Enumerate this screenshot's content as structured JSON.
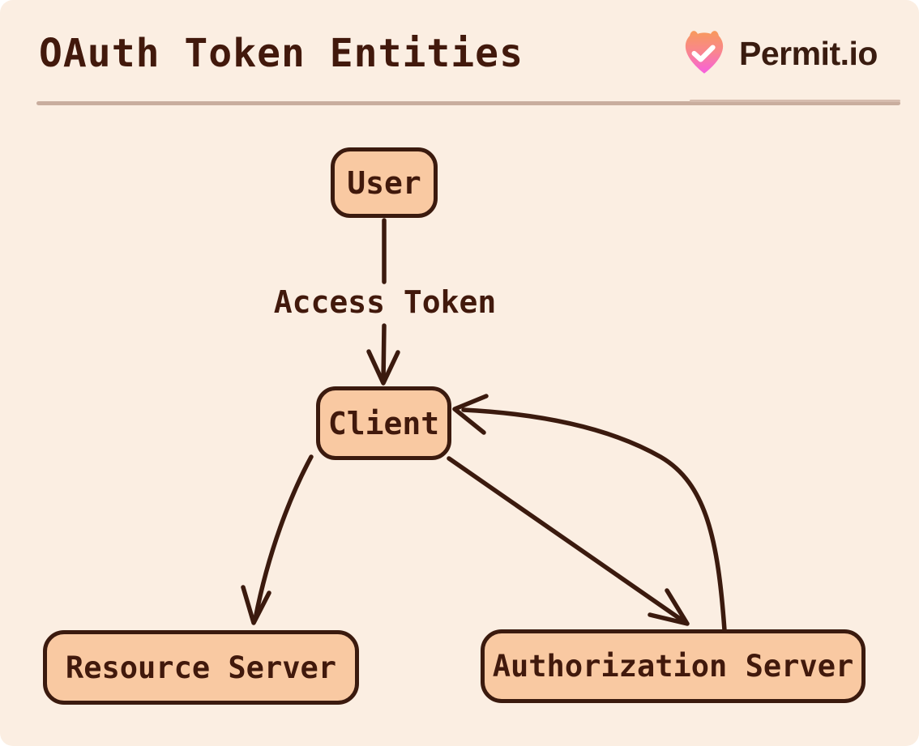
{
  "header": {
    "title": "OAuth Token Entities",
    "brand": "Permit.io",
    "logo_icon": "permit-fox-badge-checkmark"
  },
  "diagram": {
    "nodes": [
      {
        "id": "user",
        "label": "User"
      },
      {
        "id": "client",
        "label": "Client"
      },
      {
        "id": "resource_server",
        "label": "Resource Server"
      },
      {
        "id": "authorization_server",
        "label": "Authorization Server"
      }
    ],
    "edges": [
      {
        "from": "user",
        "to": "client",
        "label": "Access Token",
        "style": "straight-arrow"
      },
      {
        "from": "client",
        "to": "resource_server",
        "label": "",
        "style": "curved-arrow"
      },
      {
        "from": "client",
        "to": "authorization_server",
        "label": "",
        "style": "straight-arrow"
      },
      {
        "from": "authorization_server",
        "to": "client",
        "label": "",
        "style": "curved-arrow"
      }
    ]
  },
  "colors": {
    "canvas_background": "#fbeee2",
    "node_fill": "#f9c9a2",
    "stroke": "#3b1a0e",
    "text": "#42190c",
    "divider": "#c9ad9e",
    "logo_gradient_top": "#f89a5c",
    "logo_gradient_bottom": "#f75fe0",
    "logo_check": "#ffffff"
  }
}
